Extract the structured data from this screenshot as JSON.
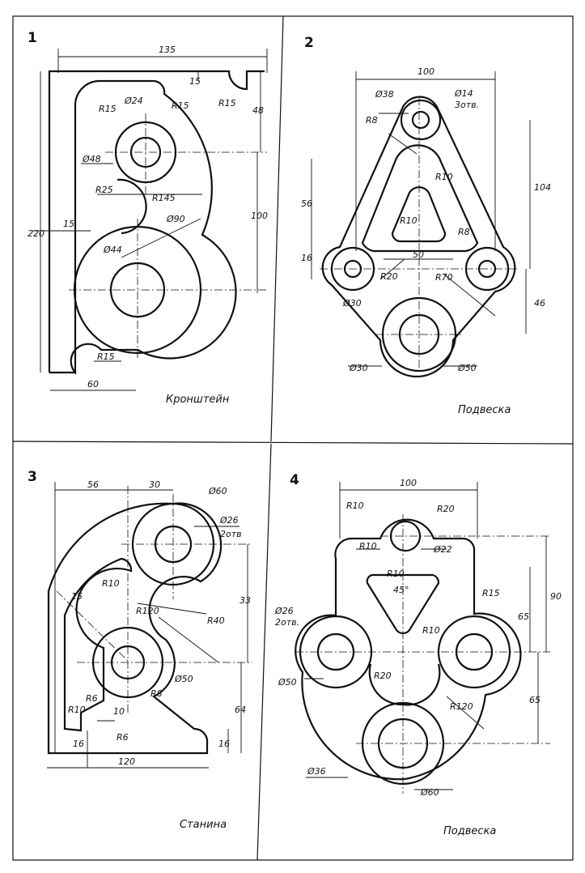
{
  "sheet": {
    "ink": "#111111",
    "paper": "#ffffff"
  },
  "parts": [
    {
      "number": "1",
      "caption": "Кронштейн",
      "dims": [
        "135",
        "15",
        "R15",
        "48",
        "R15",
        "Ø24",
        "R15",
        "Ø48",
        "R25",
        "R145",
        "220",
        "15",
        "100",
        "Ø90",
        "Ø44",
        "R15",
        "60"
      ]
    },
    {
      "number": "2",
      "caption": "Подвеска",
      "dims": [
        "100",
        "Ø38",
        "Ø14",
        "3отв.",
        "R8",
        "104",
        "R10",
        "56",
        "R10",
        "R8",
        "16",
        "50",
        "R20",
        "R70",
        "46",
        "Ø30",
        "Ø30",
        "Ø50"
      ]
    },
    {
      "number": "3",
      "caption": "Станина",
      "dims": [
        "56",
        "30",
        "Ø60",
        "Ø26",
        "2отв",
        "R10",
        "15",
        "R120",
        "R40",
        "33",
        "Ø50",
        "R10",
        "R6",
        "10",
        "R8",
        "64",
        "R6",
        "16",
        "16",
        "120"
      ]
    },
    {
      "number": "4",
      "caption": "Подвеска",
      "dims": [
        "100",
        "R10",
        "R20",
        "R10",
        "Ø22",
        "R10",
        "45°",
        "R15",
        "90",
        "65",
        "Ø26",
        "2отв.",
        "R10",
        "R20",
        "Ø50",
        "R120",
        "65",
        "Ø36",
        "Ø60"
      ]
    }
  ]
}
